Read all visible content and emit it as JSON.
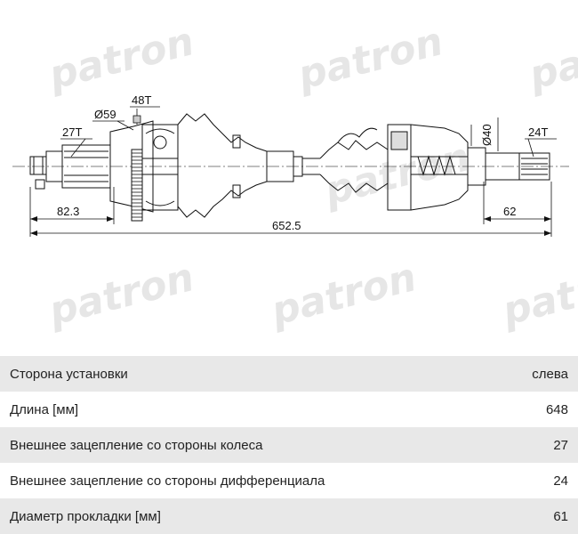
{
  "watermark": {
    "text": "patron",
    "color": "#e6e6e6"
  },
  "drawing": {
    "labels": {
      "dia_59": "Ø59",
      "teeth_48": "48T",
      "teeth_27": "27T",
      "dia_40": "Ø40",
      "teeth_24": "24T",
      "len_82": "82.3",
      "len_total": "652.5",
      "len_62": "62"
    }
  },
  "specs": {
    "rows": [
      {
        "label": "Сторона установки",
        "value": "слева"
      },
      {
        "label": "Длина [мм]",
        "value": "648"
      },
      {
        "label": "Внешнее зацепление со стороны колеса",
        "value": "27"
      },
      {
        "label": "Внешнее зацепление со стороны дифференциала",
        "value": "24"
      },
      {
        "label": "Диаметр прокладки [мм]",
        "value": "61"
      }
    ],
    "colors": {
      "shaded_row": "#e8e8e8",
      "plain_row": "#ffffff"
    }
  }
}
